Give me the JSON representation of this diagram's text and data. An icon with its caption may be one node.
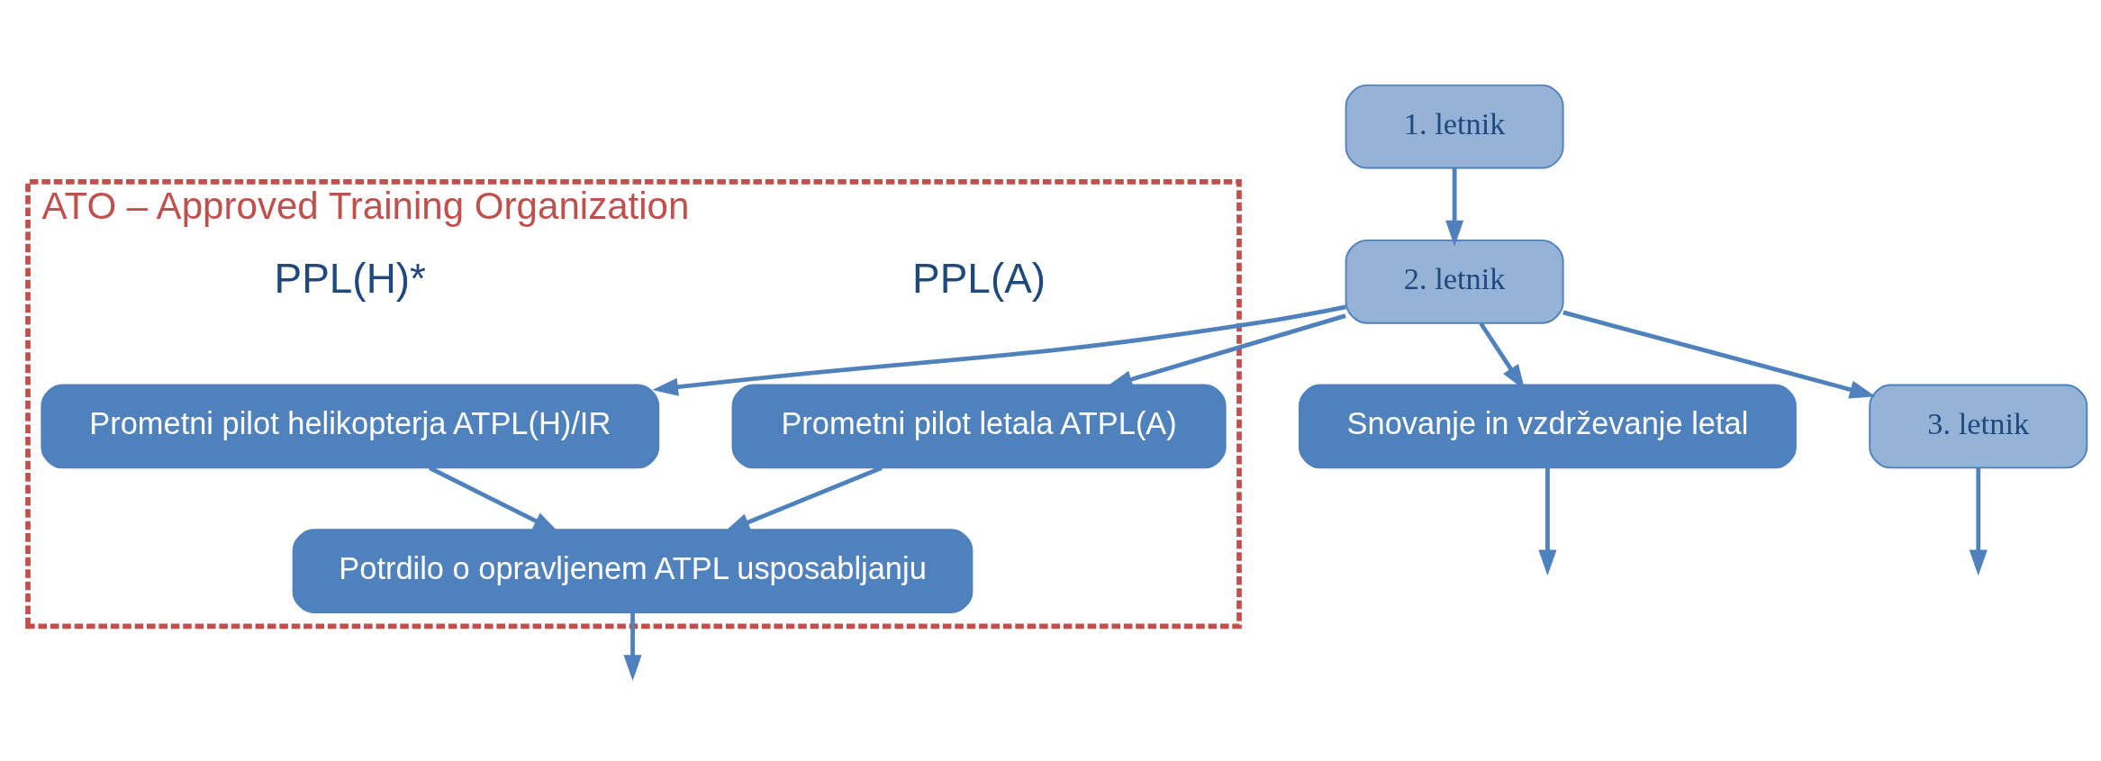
{
  "diagram": {
    "nodes": [
      {
        "text": [
          "ATO – Approved Training Organization"
        ]
      },
      {
        "text": [
          "1. letnik"
        ]
      },
      {
        "text": [
          "2. letnik"
        ]
      },
      {
        "text": [
          "Snovanje in vzdrževanje letal"
        ]
      },
      {
        "text": [
          "3. letnik"
        ]
      },
      {
        "text": [
          "Prometni pilot letala ATPL(A)"
        ],
        "in": 0
      },
      {
        "text": [
          "Prometni pilot helikopterja ATPL(H)/IR"
        ],
        "in": 0
      },
      {
        "text": [
          "Potrdilo o opravljenem ATPL usposabljanju"
        ],
        "in": 0
      }
    ],
    "edges": [
      {
        "from": 1,
        "to": 2,
        "arrow": "to"
      },
      {
        "from": 2,
        "to": 3,
        "arrow": "to"
      },
      {
        "from": 2,
        "to": 4,
        "arrow": "to"
      },
      {
        "from": 2,
        "to": 5,
        "arrow": "to"
      },
      {
        "from": 2,
        "to": 6,
        "arrow": "to"
      },
      {
        "from": 5,
        "to": 7,
        "arrow": "to"
      },
      {
        "from": 6,
        "to": 7,
        "arrow": "to"
      },
      {
        "from": 3,
        "to": null,
        "arrow": "to"
      },
      {
        "from": 4,
        "to": null,
        "arrow": "to"
      },
      {
        "from": 7,
        "to": null,
        "arrow": "to"
      }
    ],
    "labels": [
      "PPL(A)",
      "PPL(H)*"
    ]
  }
}
